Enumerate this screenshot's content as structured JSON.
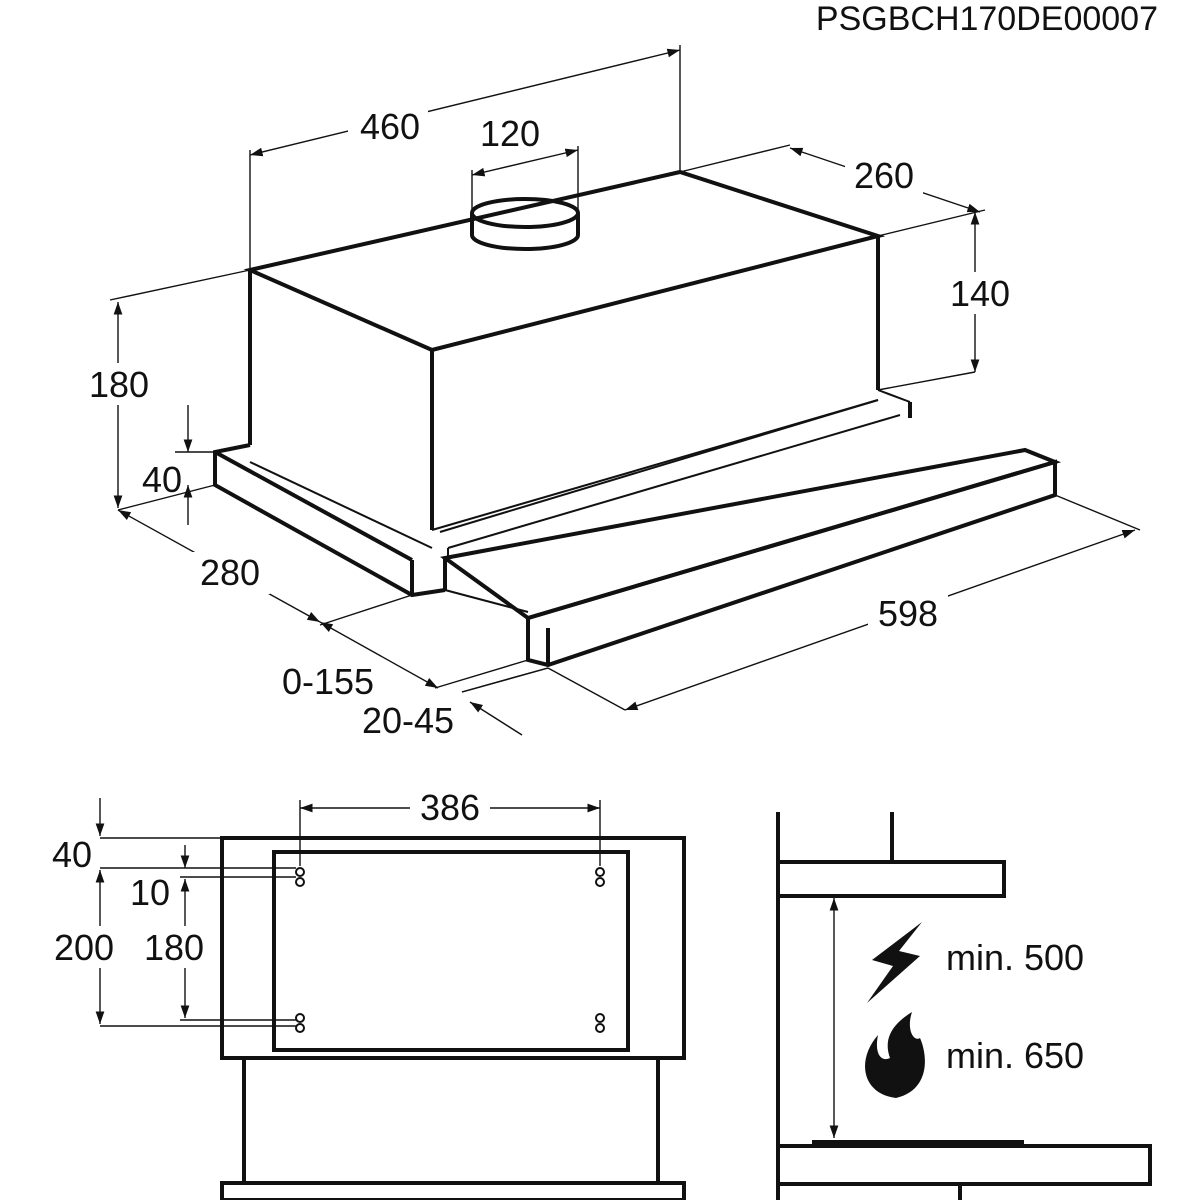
{
  "code": "PSGBCH170DE00007",
  "iso": {
    "d460": "460",
    "d120": "120",
    "d260": "260",
    "d140": "140",
    "d180": "180",
    "d40": "40",
    "d280": "280",
    "d598": "598",
    "d0_155": "0-155",
    "d20_45": "20-45"
  },
  "front": {
    "d386": "386",
    "d40": "40",
    "d10": "10",
    "d200": "200",
    "d180": "180"
  },
  "side": {
    "min_electric": "min. 500",
    "min_gas": "min. 650"
  },
  "icons": [
    "lightning-icon",
    "flame-icon"
  ],
  "colors": {
    "line": "#111111",
    "background": "#ffffff"
  }
}
